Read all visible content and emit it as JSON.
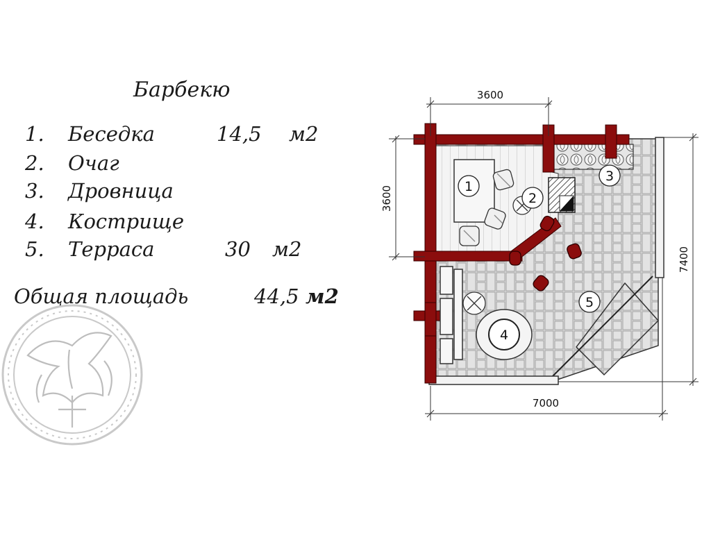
{
  "title": "Барбекю",
  "rooms": [
    {
      "num": "1.",
      "name": "Беседка",
      "area": "14,5",
      "unit": "м2"
    },
    {
      "num": "2.",
      "name": "Очаг",
      "area": "",
      "unit": ""
    },
    {
      "num": "3.",
      "name": "Дровница",
      "area": "",
      "unit": ""
    },
    {
      "num": "4.",
      "name": "Кострище",
      "area": "",
      "unit": ""
    },
    {
      "num": "5.",
      "name": "Терраса",
      "area": "30",
      "unit": "м2"
    }
  ],
  "total": {
    "label": "Общая площадь",
    "value": "44,5",
    "unit": "м2"
  },
  "dimensions": {
    "top": "3600",
    "left": "3600",
    "right": "7400",
    "bottom": "7000"
  },
  "callouts": [
    "1",
    "2",
    "3",
    "4",
    "5"
  ],
  "colors": {
    "wall": "#8b0d0d",
    "ink": "#1a1a1a",
    "tile_line": "#9a9a9a",
    "tile_fill": "#dcdcdc",
    "floor_fill": "#efefef"
  }
}
